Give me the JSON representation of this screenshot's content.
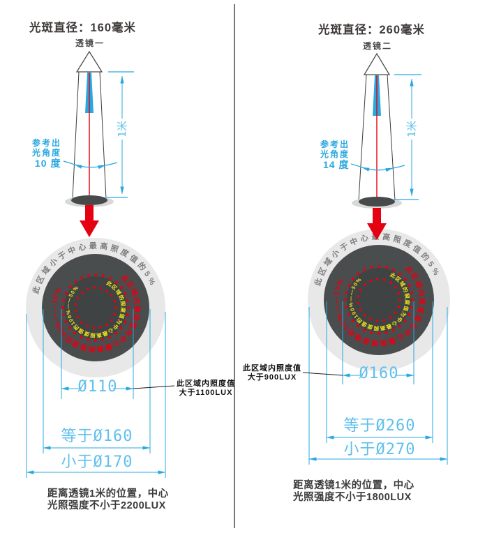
{
  "colors": {
    "dimension_blue": "#29a8e0",
    "arrow_red": "#e50012",
    "ring_yellow": "#f0e319",
    "ring_gray_text": "#7d7d7d",
    "spot_dark": "#4a4d4e",
    "spot_glow": "#e8e8e8"
  },
  "panels": [
    {
      "title": "光斑直径：160毫米",
      "lens_label": "透镜一",
      "height_label": "1米",
      "angle_lines": [
        "参考出",
        "光角度",
        "10 度"
      ],
      "rings": {
        "outer": "此区域小于中心最高照度值的5%",
        "middle": "此区域内照度值为中心最高照度值的50%——10%",
        "inner": "此区域的照度值为中心最高照度值的100%——50%"
      },
      "dims": {
        "inner": "Ø110",
        "equal": "等于Ø160",
        "less": "小于Ø170"
      },
      "callout_line1": "此区域内照度值",
      "callout_line2": "大于1100LUX",
      "note_line1": "距离透镜1米的位置，中心",
      "note_line2": "光照强度不小于2200LUX"
    },
    {
      "title": "光斑直径：260毫米",
      "lens_label": "透镜二",
      "height_label": "1米",
      "angle_lines": [
        "参考出",
        "光角度",
        "14 度"
      ],
      "rings": {
        "outer": "此区域小于中心最高照度值的5%",
        "middle": "此区域内照度值为中心最高照度值的50%——10%",
        "inner": "此区域的照度值为中心最高照度值的100%——50%"
      },
      "dims": {
        "inner": "Ø160",
        "equal": "等于Ø260",
        "less": "小于Ø270"
      },
      "callout_line1": "此区域内照度值",
      "callout_line2": "大于900LUX",
      "note_line1": "距离透镜1米的位置，中心",
      "note_line2": "光照强度不小于1800LUX"
    }
  ]
}
